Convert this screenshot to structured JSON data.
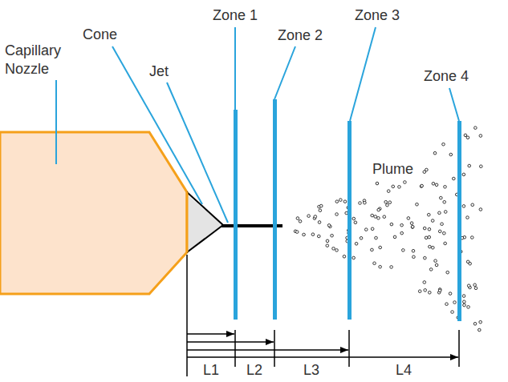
{
  "diagram": {
    "labels": [
      "Capillary Nozzle",
      "Cone",
      "Jet",
      "Zone 1",
      "Zone 2",
      "Zone 3",
      "Plume",
      "Zone 4",
      "L1",
      "L2",
      "L3",
      "L4"
    ]
  }
}
